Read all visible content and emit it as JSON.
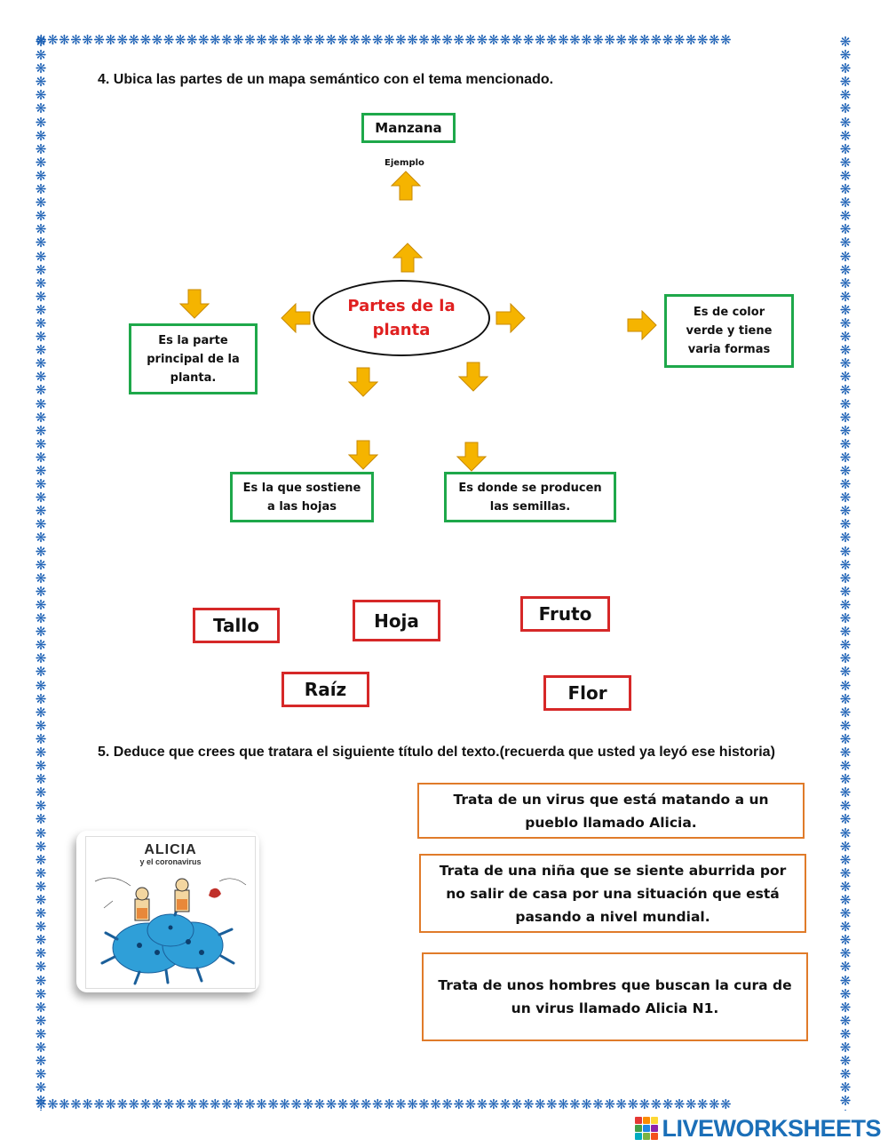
{
  "border": {
    "glyph": "❋"
  },
  "question4": {
    "text": "4.   Ubica las partes de un mapa semántico con el tema mencionado."
  },
  "map": {
    "example_box": "Manzana",
    "example_label": "Ejemplo",
    "center": "Partes de la planta",
    "left_box": "Es la parte principal de la planta.",
    "right_box": "Es de color verde y tiene varia formas",
    "bottom_left_box": "Es la que sostiene a las hojas",
    "bottom_right_box": "Es donde se producen las semillas."
  },
  "options": {
    "tallo": "Tallo",
    "hoja": "Hoja",
    "fruto": "Fruto",
    "raiz": "Raíz",
    "flor": "Flor"
  },
  "question5": {
    "text": "5.   Deduce que crees que tratara el siguiente título del texto.(recuerda que usted ya leyó ese historia)"
  },
  "book": {
    "title": "ALICIA",
    "subtitle": "y el coronavirus"
  },
  "answers": [
    "Trata de un virus que está matando a un pueblo llamado Alicia.",
    "Trata de una niña que se siente aburrida por no salir de casa por una situación que está pasando a nivel mundial.",
    "Trata de unos hombres que buscan la cura de un virus llamado Alicia N1."
  ],
  "logo": {
    "text": "LIVEWORKSHEETS"
  },
  "colors": {
    "border": "#1a5fb4",
    "green_box": "#1ea84a",
    "red_box": "#d62828",
    "orange_box": "#e07b2a",
    "arrow": "#f5b400",
    "center_text": "#e02020"
  }
}
